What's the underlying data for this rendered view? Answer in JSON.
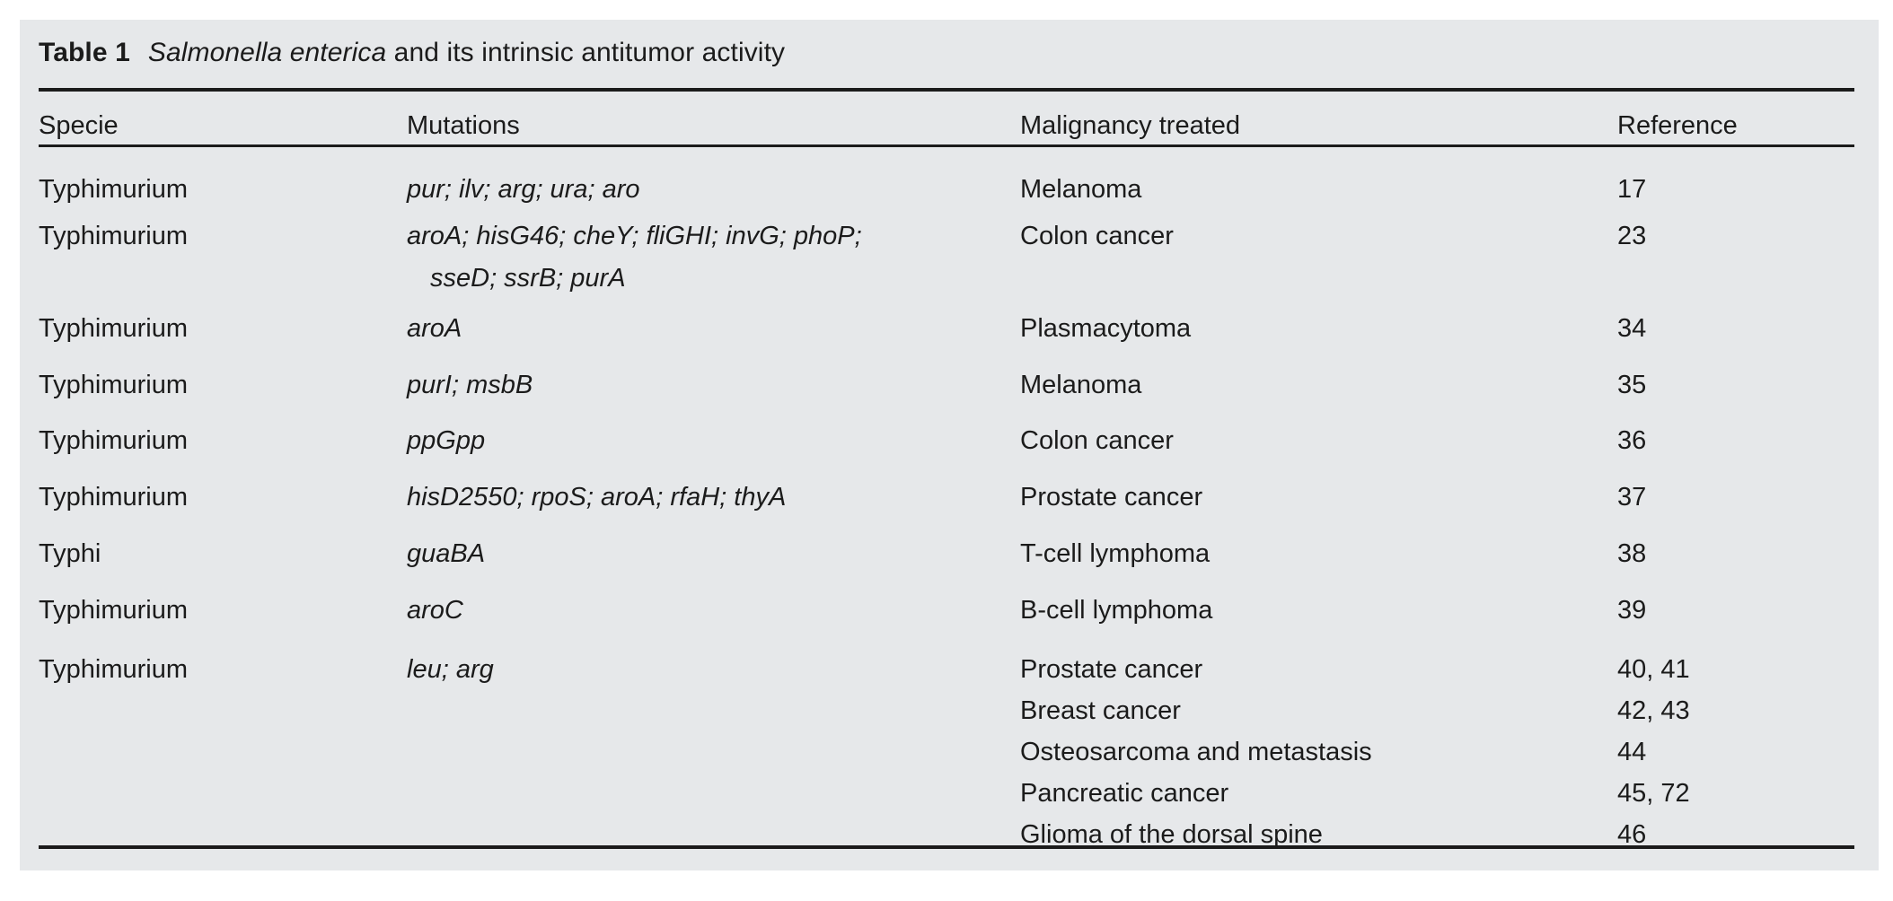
{
  "caption": {
    "number": "Table 1",
    "italic_part": "Salmonella enterica",
    "rest": " and its intrinsic antitumor activity"
  },
  "columns": {
    "specie": "Specie",
    "mutations": "Mutations",
    "malignancy": "Malignancy treated",
    "reference": "Reference"
  },
  "rows": [
    {
      "specie": "Typhimurium",
      "mutations": [
        "pur; ilv; arg; ura; aro"
      ],
      "malignancy": [
        "Melanoma"
      ],
      "reference": [
        "17"
      ]
    },
    {
      "specie": "Typhimurium",
      "mutations": [
        "aroA; hisG46; cheY; fliGHI; invG; phoP;",
        "sseD; ssrB; purA"
      ],
      "malignancy": [
        "Colon cancer"
      ],
      "reference": [
        "23"
      ]
    },
    {
      "specie": "Typhimurium",
      "mutations": [
        "aroA"
      ],
      "malignancy": [
        "Plasmacytoma"
      ],
      "reference": [
        "34"
      ]
    },
    {
      "specie": "Typhimurium",
      "mutations": [
        "purI; msbB"
      ],
      "malignancy": [
        "Melanoma"
      ],
      "reference": [
        "35"
      ]
    },
    {
      "specie": "Typhimurium",
      "mutations": [
        "ppGpp"
      ],
      "malignancy": [
        "Colon cancer"
      ],
      "reference": [
        "36"
      ]
    },
    {
      "specie": "Typhimurium",
      "mutations": [
        "hisD2550; rpoS; aroA; rfaH; thyA"
      ],
      "malignancy": [
        "Prostate cancer"
      ],
      "reference": [
        "37"
      ]
    },
    {
      "specie": "Typhi",
      "mutations": [
        "guaBA"
      ],
      "malignancy": [
        "T-cell lymphoma"
      ],
      "reference": [
        "38"
      ]
    },
    {
      "specie": "Typhimurium",
      "mutations": [
        "aroC"
      ],
      "malignancy": [
        "B-cell lymphoma"
      ],
      "reference": [
        "39"
      ]
    },
    {
      "specie": "Typhimurium",
      "mutations": [
        "leu; arg"
      ],
      "malignancy": [
        "Prostate cancer",
        "Breast cancer",
        "Osteosarcoma and metastasis",
        "Pancreatic cancer",
        "Glioma of the dorsal spine"
      ],
      "reference": [
        "40, 41",
        "42, 43",
        "44",
        "45, 72",
        "46"
      ]
    }
  ],
  "colors": {
    "panel_background": "#e6e8ea",
    "page_background": "#ffffff",
    "text": "#1b1b1b",
    "rule": "#1b1b1b"
  }
}
